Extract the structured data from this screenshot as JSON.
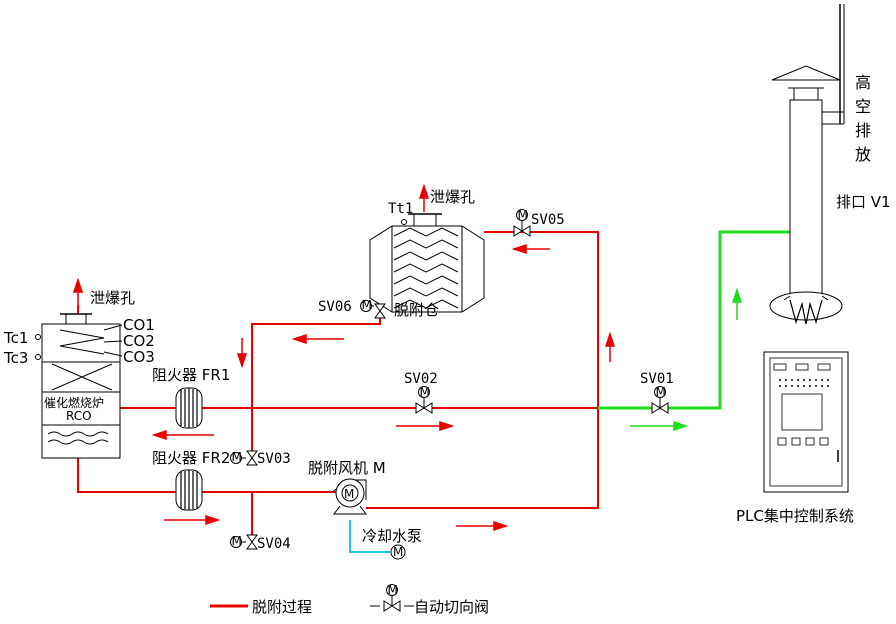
{
  "colors": {
    "process_line": "#e60000",
    "exhaust_line": "#1fdc1f",
    "cooling_line": "#22c6e6",
    "arrow": "#e60000",
    "arrow_green": "#1fdc1f",
    "outline": "#000000"
  },
  "labels": {
    "vent_rco": "泄爆孔",
    "vent_adsorber": "泄爆孔",
    "tc1": "Tc1",
    "tc3": "Tc3",
    "co1": "CO1",
    "co2": "CO2",
    "co3": "CO3",
    "rco_line1": "催化燃烧炉",
    "rco_line2": "RCO",
    "tt1": "Tt1",
    "adsorber": "脱附仓",
    "sv01": "SV01",
    "sv02": "SV02",
    "sv03": "SV03",
    "sv04": "SV04",
    "sv05": "SV05",
    "sv06": "SV06",
    "flame_arrester_1": "阻火器 FR1",
    "flame_arrester_2": "阻火器 FR2",
    "fan": "脱附风机 M",
    "pump": "冷却水泵",
    "stack_vertical": [
      "高",
      "空",
      "排",
      "放"
    ],
    "outlet": "排口 V1",
    "plc": "PLC集中控制系统",
    "motor_symbol": "M"
  },
  "legend": {
    "line_label": "脱附过程",
    "valve_label": "自动切向阀"
  }
}
